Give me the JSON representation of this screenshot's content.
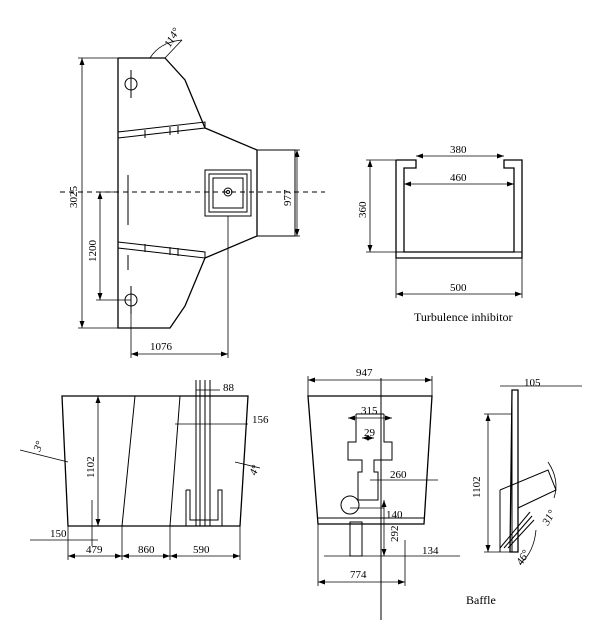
{
  "views": {
    "plan": {
      "dims": {
        "angle_top": "114°",
        "overall_height": "3025",
        "lower_height": "1200",
        "right_width": "977",
        "bottom_width": "1076"
      }
    },
    "turbulence_inhibitor": {
      "caption": "Turbulence inhibitor",
      "dims": {
        "top_inner": "380",
        "inner_width": "460",
        "height": "360",
        "outer_width": "500"
      }
    },
    "side_elevation": {
      "dims": {
        "angle_left": "3°",
        "angle_right": "4°",
        "height": "1102",
        "slot_width": "88",
        "right_offset": "156",
        "bottom_left": "150",
        "segment_1": "479",
        "segment_2": "860",
        "segment_3": "590"
      }
    },
    "front_elevation": {
      "dims": {
        "top_width": "947",
        "inner_width": "315",
        "slot": "29",
        "offset": "260",
        "hole_offset": "140",
        "hole_height": "292",
        "bottom_right": "134",
        "bottom_width": "774"
      }
    },
    "baffle": {
      "caption": "Baffle",
      "dims": {
        "top_width": "105",
        "height": "1102",
        "angle_1": "31°",
        "angle_2": "46°"
      }
    }
  }
}
